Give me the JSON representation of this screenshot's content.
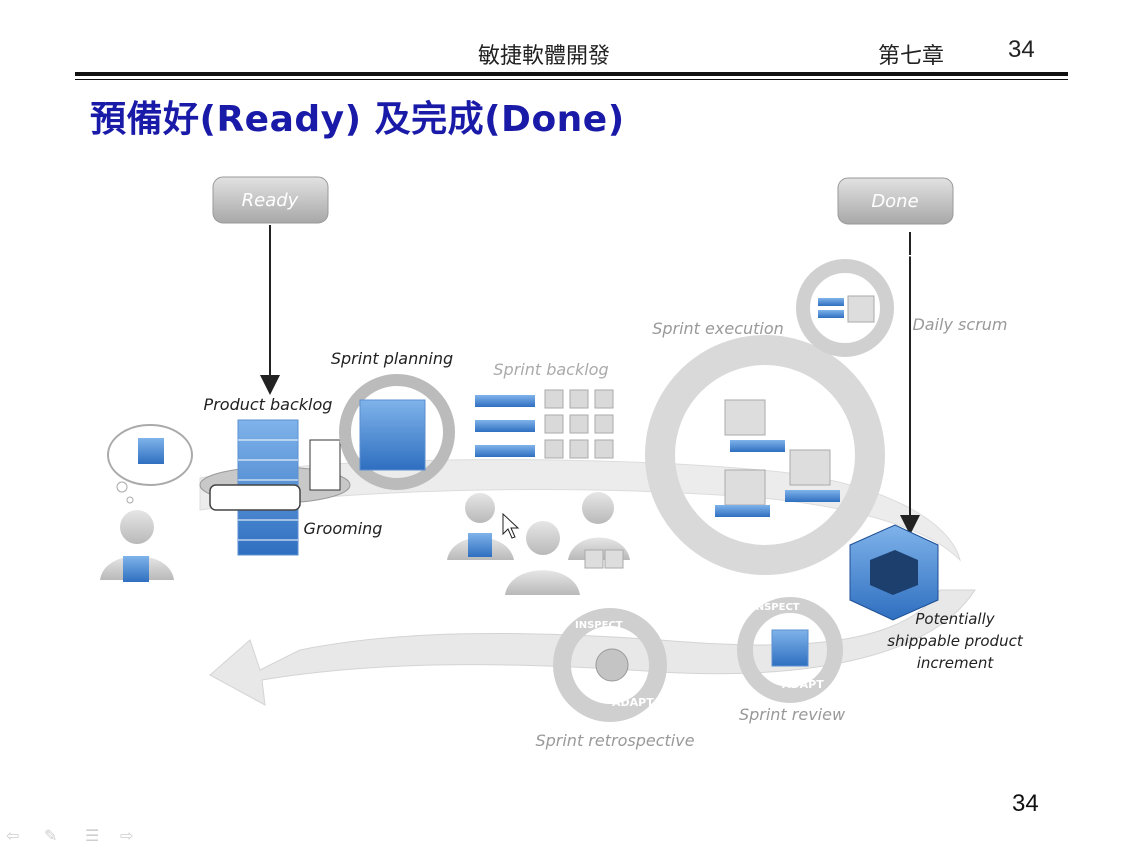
{
  "header": {
    "course": "敏捷軟體開發",
    "chapter": "第七章",
    "page": "34"
  },
  "title": "預備好(Ready) 及完成(Done)",
  "diagram": {
    "ready_label": "Ready",
    "done_label": "Done",
    "product_backlog": "Product backlog",
    "sprint_planning": "Sprint planning",
    "sprint_backlog": "Sprint backlog",
    "sprint_execution": "Sprint execution",
    "daily_scrum": "Daily scrum",
    "grooming": "Grooming",
    "shippable_line1": "Potentially",
    "shippable_line2": "shippable product",
    "shippable_line3": "increment",
    "sprint_review": "Sprint review",
    "sprint_retrospective": "Sprint retrospective",
    "inspect": "INSPECT",
    "adapt": "ADAPT"
  },
  "footer": {
    "page": "34"
  },
  "slide_controls": [
    "prev-icon",
    "pen-icon",
    "menu-icon",
    "next-icon"
  ],
  "colors": {
    "title": "#1a1aa8",
    "accent_blue": "#3a7fd0"
  }
}
